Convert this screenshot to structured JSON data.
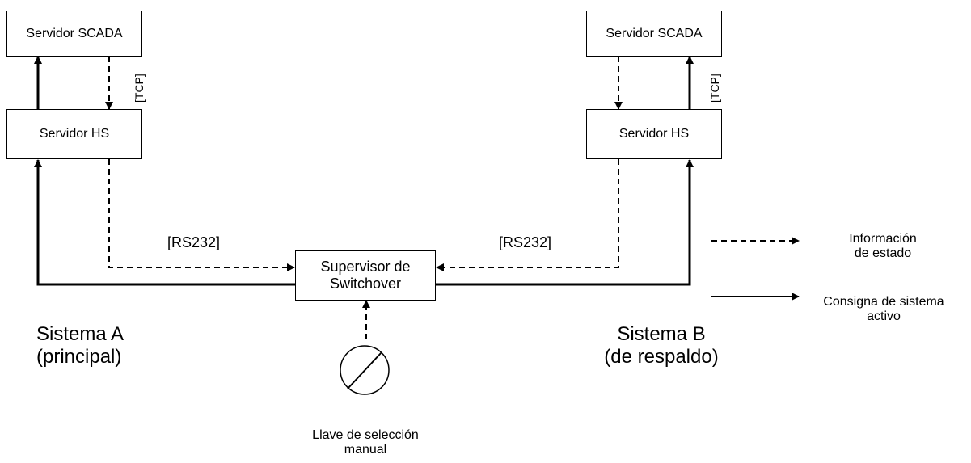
{
  "labels": {
    "scada_a": "Servidor SCADA",
    "scada_b": "Servidor SCADA",
    "hs_a": "Servidor HS",
    "hs_b": "Servidor HS",
    "tcp_a": "[TCP]",
    "tcp_b": "[TCP]",
    "rs232_a": "[RS232]",
    "rs232_b": "[RS232]",
    "supervisor_line1": "Supervisor de",
    "supervisor_line2": "Switchover",
    "system_a_line1": "Sistema A",
    "system_a_line2": "(principal)",
    "system_b_line1": "Sistema B",
    "system_b_line2": "(de respaldo)",
    "key_line1": "Llave de selección",
    "key_line2": "manual",
    "legend_status_line1": "Información",
    "legend_status_line2": "de estado",
    "legend_active_line1": "Consigna de sistema",
    "legend_active_line2": "activo"
  },
  "colors": {
    "stroke": "#000000",
    "background": "#ffffff"
  }
}
